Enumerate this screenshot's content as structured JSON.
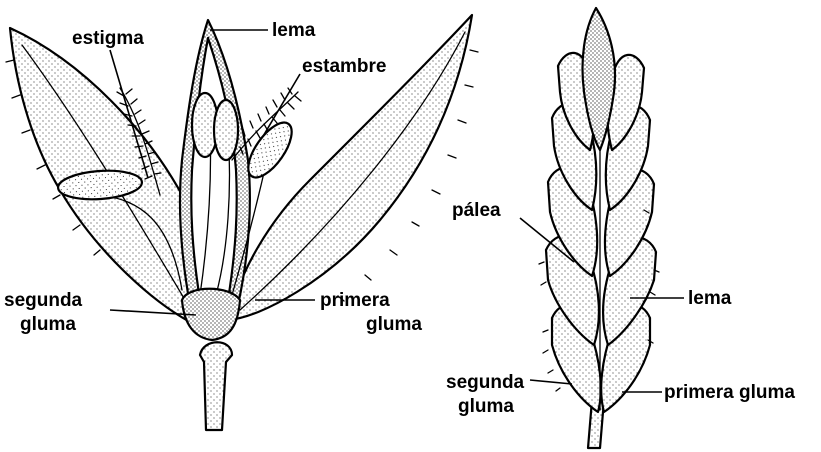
{
  "left_flower": {
    "labels": {
      "estigma": "estigma",
      "lema": "lema",
      "estambre": "estambre",
      "segunda_gluma_1": "segunda",
      "segunda_gluma_2": "gluma",
      "primera_gluma_1": "primera",
      "primera_gluma_2": "gluma"
    }
  },
  "right_spike": {
    "labels": {
      "palea": "pálea",
      "lema": "lema",
      "segunda_gluma_1": "segunda",
      "segunda_gluma_2": "gluma",
      "primera_gluma": "primera gluma"
    }
  }
}
